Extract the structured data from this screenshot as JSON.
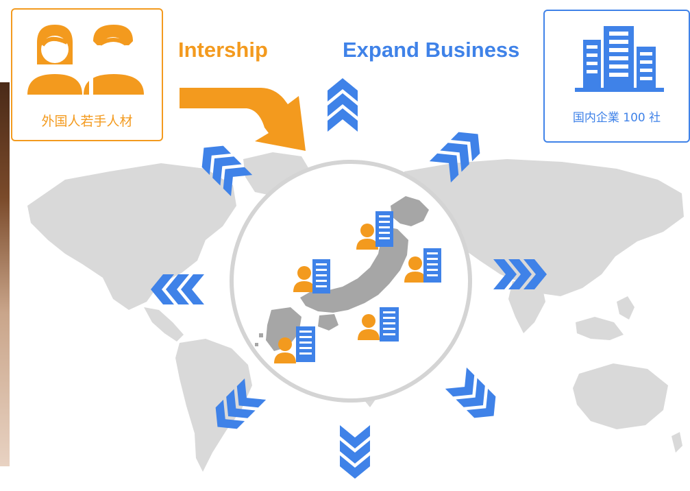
{
  "header": {
    "internship_label": "Intership",
    "expand_label": "Expand Business"
  },
  "talent_box": {
    "caption": "外国人若手人材",
    "icon": "people-icon"
  },
  "company_box": {
    "caption": "国内企業 100 社",
    "icon": "building-icon"
  },
  "center": {
    "map": "japan-map",
    "node_icons": [
      "person-icon",
      "building-icon"
    ]
  },
  "arrows": {
    "directions": [
      "up",
      "up-right",
      "right",
      "down-right",
      "down",
      "down-left",
      "left",
      "up-left"
    ],
    "icon": "chevron-icon"
  },
  "colors": {
    "orange": "#f39a1e",
    "blue": "#3f82e8",
    "map_gray": "#d9d9d9",
    "japan_gray": "#a6a6a6",
    "circle_border": "#d4d4d4"
  }
}
